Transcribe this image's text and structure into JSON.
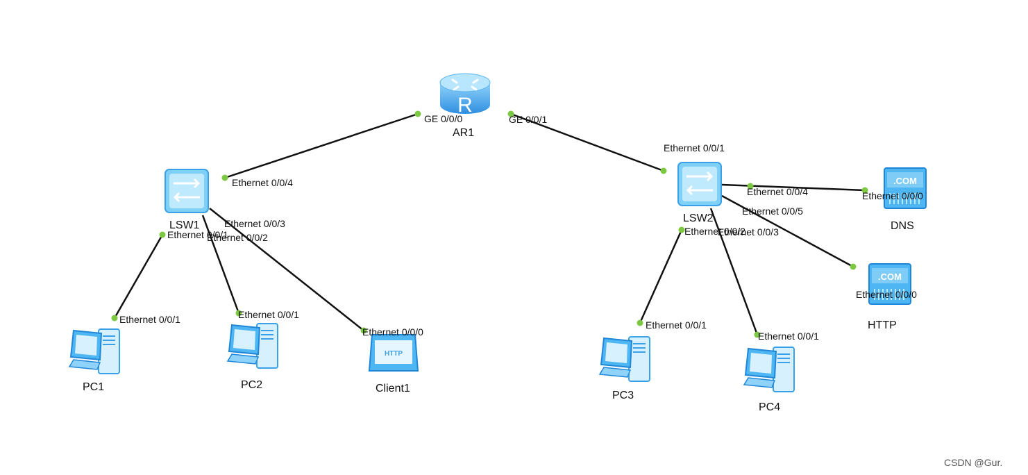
{
  "diagram": {
    "devices": {
      "ar1": {
        "name": "AR1",
        "type": "router",
        "icon": "router-icon"
      },
      "lsw1": {
        "name": "LSW1",
        "type": "switch",
        "icon": "switch-icon"
      },
      "lsw2": {
        "name": "LSW2",
        "type": "switch",
        "icon": "switch-icon"
      },
      "pc1": {
        "name": "PC1",
        "type": "pc",
        "icon": "pc-icon"
      },
      "pc2": {
        "name": "PC2",
        "type": "pc",
        "icon": "pc-icon"
      },
      "client1": {
        "name": "Client1",
        "type": "client",
        "icon": "http-client-icon",
        "badge": "HTTP"
      },
      "pc3": {
        "name": "PC3",
        "type": "pc",
        "icon": "pc-icon"
      },
      "pc4": {
        "name": "PC4",
        "type": "pc",
        "icon": "pc-icon"
      },
      "dns": {
        "name": "DNS",
        "type": "server",
        "icon": "dns-server-icon",
        "badge": ".COM"
      },
      "http": {
        "name": "HTTP",
        "type": "server",
        "icon": "http-server-icon",
        "badge": ".COM"
      }
    },
    "links": [
      {
        "from": "ar1",
        "from_port": "GE 0/0/0",
        "to": "lsw1",
        "to_port": "Ethernet 0/0/4"
      },
      {
        "from": "ar1",
        "from_port": "GE 0/0/1",
        "to": "lsw2",
        "to_port": "Ethernet 0/0/1"
      },
      {
        "from": "lsw1",
        "from_port": "Ethernet 0/0/1",
        "to": "pc1",
        "to_port": "Ethernet 0/0/1"
      },
      {
        "from": "lsw1",
        "from_port": "Ethernet 0/0/2",
        "to": "pc2",
        "to_port": "Ethernet 0/0/1"
      },
      {
        "from": "lsw1",
        "from_port": "Ethernet 0/0/3",
        "to": "client1",
        "to_port": "Ethernet 0/0/0"
      },
      {
        "from": "lsw2",
        "from_port": "Ethernet 0/0/2",
        "to": "pc3",
        "to_port": "Ethernet 0/0/1"
      },
      {
        "from": "lsw2",
        "from_port": "Ethernet 0/0/3",
        "to": "pc4",
        "to_port": "Ethernet 0/0/1"
      },
      {
        "from": "lsw2",
        "from_port": "Ethernet 0/0/4",
        "to": "dns",
        "to_port": "Ethernet 0/0/0"
      },
      {
        "from": "lsw2",
        "from_port": "Ethernet 0/0/5",
        "to": "http",
        "to_port": "Ethernet 0/0/0"
      }
    ],
    "link_color": "#111111",
    "port_dot_color": "#7cc843",
    "icon_color": "#3aa0e8"
  },
  "watermark": "CSDN @Gur."
}
